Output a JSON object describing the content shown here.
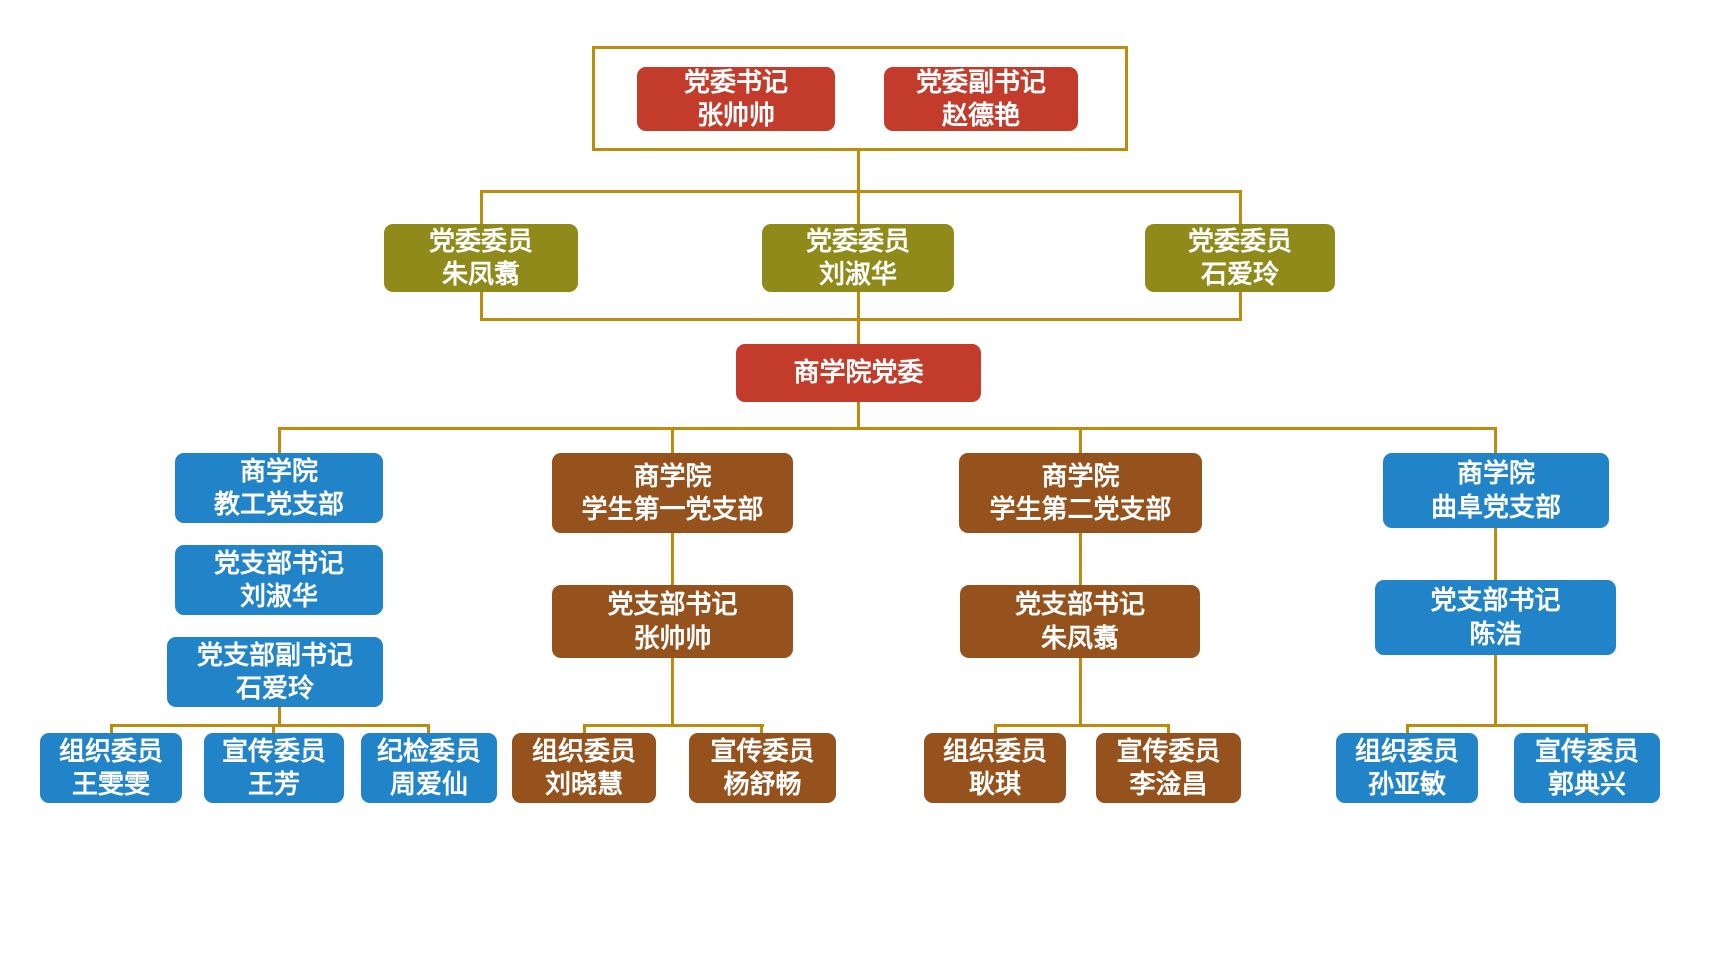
{
  "org": {
    "top": {
      "leaders": [
        {
          "role": "党委书记",
          "name": "张帅帅"
        },
        {
          "role": "党委副书记",
          "name": "赵德艳"
        }
      ]
    },
    "members": [
      {
        "role": "党委委员",
        "name": "朱凤翥"
      },
      {
        "role": "党委委员",
        "name": "刘淑华"
      },
      {
        "role": "党委委员",
        "name": "石爱玲"
      }
    ],
    "root": {
      "label": "商学院党委"
    },
    "branches": [
      {
        "unit": {
          "line1": "商学院",
          "line2": "教工党支部"
        },
        "officers": [
          {
            "role": "党支部书记",
            "name": "刘淑华"
          },
          {
            "role": "党支部副书记",
            "name": "石爱玲"
          }
        ],
        "members": [
          {
            "role": "组织委员",
            "name": "王雯雯"
          },
          {
            "role": "宣传委员",
            "name": "王芳"
          },
          {
            "role": "纪检委员",
            "name": "周爱仙"
          }
        ]
      },
      {
        "unit": {
          "line1": "商学院",
          "line2": "学生第一党支部"
        },
        "officers": [
          {
            "role": "党支部书记",
            "name": "张帅帅"
          }
        ],
        "members": [
          {
            "role": "组织委员",
            "name": "刘晓慧"
          },
          {
            "role": "宣传委员",
            "name": "杨舒畅"
          }
        ]
      },
      {
        "unit": {
          "line1": "商学院",
          "line2": "学生第二党支部"
        },
        "officers": [
          {
            "role": "党支部书记",
            "name": "朱凤翥"
          }
        ],
        "members": [
          {
            "role": "组织委员",
            "name": "耿琪"
          },
          {
            "role": "宣传委员",
            "name": "李淦昌"
          }
        ]
      },
      {
        "unit": {
          "line1": "商学院",
          "line2": "曲阜党支部"
        },
        "officers": [
          {
            "role": "党支部书记",
            "name": "陈浩"
          }
        ],
        "members": [
          {
            "role": "组织委员",
            "name": "孙亚敏"
          },
          {
            "role": "宣传委员",
            "name": "郭典兴"
          }
        ]
      }
    ],
    "colors": {
      "leader_red": "#C23B2B",
      "member_olive": "#8F8A19",
      "branch_blue": "#2183C8",
      "branch_brown": "#96521D",
      "connector_gold": "#BC8D0D"
    }
  }
}
